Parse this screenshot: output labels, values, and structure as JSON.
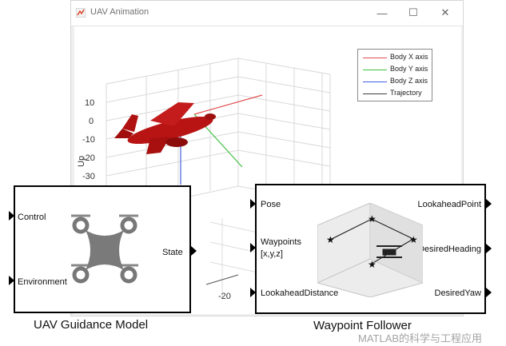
{
  "figure_window": {
    "title": "UAV Animation",
    "minimize_symbol": "—",
    "maximize_symbol": "☐",
    "close_symbol": "✕",
    "axes": {
      "z_ticks": [
        "10",
        "0",
        "-10",
        "-20",
        "-30"
      ],
      "z_label": "Up",
      "x_tick_visible": "-20"
    },
    "legend": [
      {
        "label": "Body X axis",
        "color": "#e05050"
      },
      {
        "label": "Body Y axis",
        "color": "#40c040"
      },
      {
        "label": "Body Z axis",
        "color": "#4060e0"
      },
      {
        "label": "Trajectory",
        "color": "#404040"
      }
    ],
    "aircraft_color": "#c01818"
  },
  "guidance_block": {
    "inputs": [
      "Control",
      "Environment"
    ],
    "outputs": [
      "State"
    ],
    "caption": "UAV Guidance Model",
    "icon": "quadcopter-icon"
  },
  "follower_block": {
    "inputs": [
      "Pose",
      "Waypoints",
      "[x,y,z]",
      "LookaheadDistance"
    ],
    "outputs": [
      "LookaheadPoint",
      "DesiredHeading",
      "DesiredYaw"
    ],
    "caption": "Waypoint Follower",
    "icon": "waypoint-cube-icon"
  },
  "watermark": "MATLAB的科学与工程应用"
}
